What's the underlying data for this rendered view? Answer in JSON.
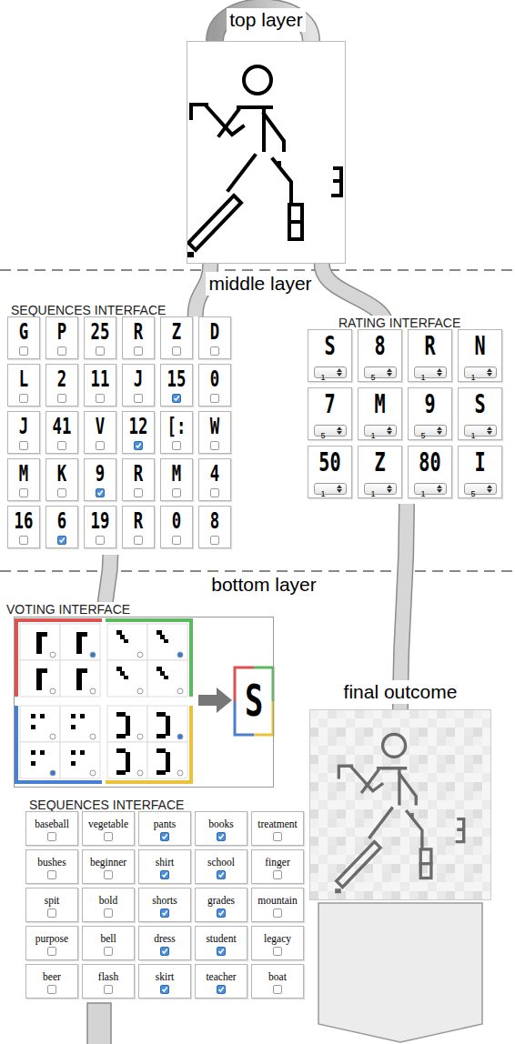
{
  "diagram": {
    "nodes": [
      {
        "text": [
          "top layer"
        ]
      },
      {
        "text": [
          "SEQUENCES INTERFACE"
        ]
      },
      {
        "text": [
          "G"
        ],
        "in": 1
      },
      {
        "text": [
          "P"
        ],
        "in": 1
      },
      {
        "text": [
          "25"
        ],
        "in": 1
      },
      {
        "text": [
          "R"
        ],
        "in": 1
      },
      {
        "text": [
          "Z"
        ],
        "in": 1
      },
      {
        "text": [
          "D"
        ],
        "in": 1
      },
      {
        "text": [
          "L"
        ],
        "in": 1
      },
      {
        "text": [
          "2"
        ],
        "in": 1
      },
      {
        "text": [
          "11"
        ],
        "in": 1
      },
      {
        "text": [
          "J"
        ],
        "in": 1
      },
      {
        "text": [
          "15"
        ],
        "in": 1
      },
      {
        "text": [
          "0"
        ],
        "in": 1
      },
      {
        "text": [
          "J"
        ],
        "in": 1
      },
      {
        "text": [
          "41"
        ],
        "in": 1
      },
      {
        "text": [
          "V"
        ],
        "in": 1
      },
      {
        "text": [
          "12"
        ],
        "in": 1
      },
      {
        "text": [
          "[:"
        ],
        "in": 1
      },
      {
        "text": [
          "W"
        ],
        "in": 1
      },
      {
        "text": [
          "M"
        ],
        "in": 1
      },
      {
        "text": [
          "K"
        ],
        "in": 1
      },
      {
        "text": [
          "9"
        ],
        "in": 1
      },
      {
        "text": [
          "R"
        ],
        "in": 1
      },
      {
        "text": [
          "M"
        ],
        "in": 1
      },
      {
        "text": [
          "4"
        ],
        "in": 1
      },
      {
        "text": [
          "16"
        ],
        "in": 1
      },
      {
        "text": [
          "6"
        ],
        "in": 1
      },
      {
        "text": [
          "19"
        ],
        "in": 1
      },
      {
        "text": [
          "R"
        ],
        "in": 1
      },
      {
        "text": [
          "0"
        ],
        "in": 1
      },
      {
        "text": [
          "8"
        ],
        "in": 1
      },
      {
        "text": [
          "RATING INTERFACE"
        ]
      },
      {
        "text": [
          "S",
          "1"
        ],
        "in": 32
      },
      {
        "text": [
          "8",
          "5"
        ],
        "in": 32
      },
      {
        "text": [
          "R",
          "1"
        ],
        "in": 32
      },
      {
        "text": [
          "N",
          "1"
        ],
        "in": 32
      },
      {
        "text": [
          "7",
          "5"
        ],
        "in": 32
      },
      {
        "text": [
          "M",
          "1"
        ],
        "in": 32
      },
      {
        "text": [
          "9",
          "5"
        ],
        "in": 32
      },
      {
        "text": [
          "S",
          "1"
        ],
        "in": 32
      },
      {
        "text": [
          "50",
          "1"
        ],
        "in": 32
      },
      {
        "text": [
          "Z",
          "1"
        ],
        "in": 32
      },
      {
        "text": [
          "80",
          "1"
        ],
        "in": 32
      },
      {
        "text": [
          "I",
          "5"
        ],
        "in": 32
      },
      {
        "text": [
          "VOTING INTERFACE"
        ]
      },
      {
        "text": [
          "S"
        ],
        "in": 45
      },
      {
        "text": [
          "SEQUENCES INTERFACE"
        ]
      },
      {
        "text": [
          "baseball"
        ],
        "in": 47
      },
      {
        "text": [
          "vegetable"
        ],
        "in": 47
      },
      {
        "text": [
          "pants"
        ],
        "in": 47
      },
      {
        "text": [
          "books"
        ],
        "in": 47
      },
      {
        "text": [
          "treatment"
        ],
        "in": 47
      },
      {
        "text": [
          "bushes"
        ],
        "in": 47
      },
      {
        "text": [
          "beginner"
        ],
        "in": 47
      },
      {
        "text": [
          "shirt"
        ],
        "in": 47
      },
      {
        "text": [
          "school"
        ],
        "in": 47
      },
      {
        "text": [
          "finger"
        ],
        "in": 47
      },
      {
        "text": [
          "spit"
        ],
        "in": 47
      },
      {
        "text": [
          "bold"
        ],
        "in": 47
      },
      {
        "text": [
          "shorts"
        ],
        "in": 47
      },
      {
        "text": [
          "grades"
        ],
        "in": 47
      },
      {
        "text": [
          "mountain"
        ],
        "in": 47
      },
      {
        "text": [
          "purpose"
        ],
        "in": 47
      },
      {
        "text": [
          "bell"
        ],
        "in": 47
      },
      {
        "text": [
          "dress"
        ],
        "in": 47
      },
      {
        "text": [
          "student"
        ],
        "in": 47
      },
      {
        "text": [
          "legacy"
        ],
        "in": 47
      },
      {
        "text": [
          "beer"
        ],
        "in": 47
      },
      {
        "text": [
          "flash"
        ],
        "in": 47
      },
      {
        "text": [
          "skirt"
        ],
        "in": 47
      },
      {
        "text": [
          "teacher"
        ],
        "in": 47
      },
      {
        "text": [
          "boat"
        ],
        "in": 47
      },
      {
        "text": [
          "final outcome"
        ]
      }
    ],
    "edges": [
      {
        "from": 0,
        "to": 1,
        "arrow": "none"
      },
      {
        "from": 0,
        "to": 32,
        "arrow": "none"
      },
      {
        "from": 1,
        "to": 45,
        "arrow": "none"
      },
      {
        "from": 32,
        "to": 73,
        "arrow": "none"
      }
    ],
    "labels": [
      "middle layer",
      "bottom layer"
    ]
  }
}
